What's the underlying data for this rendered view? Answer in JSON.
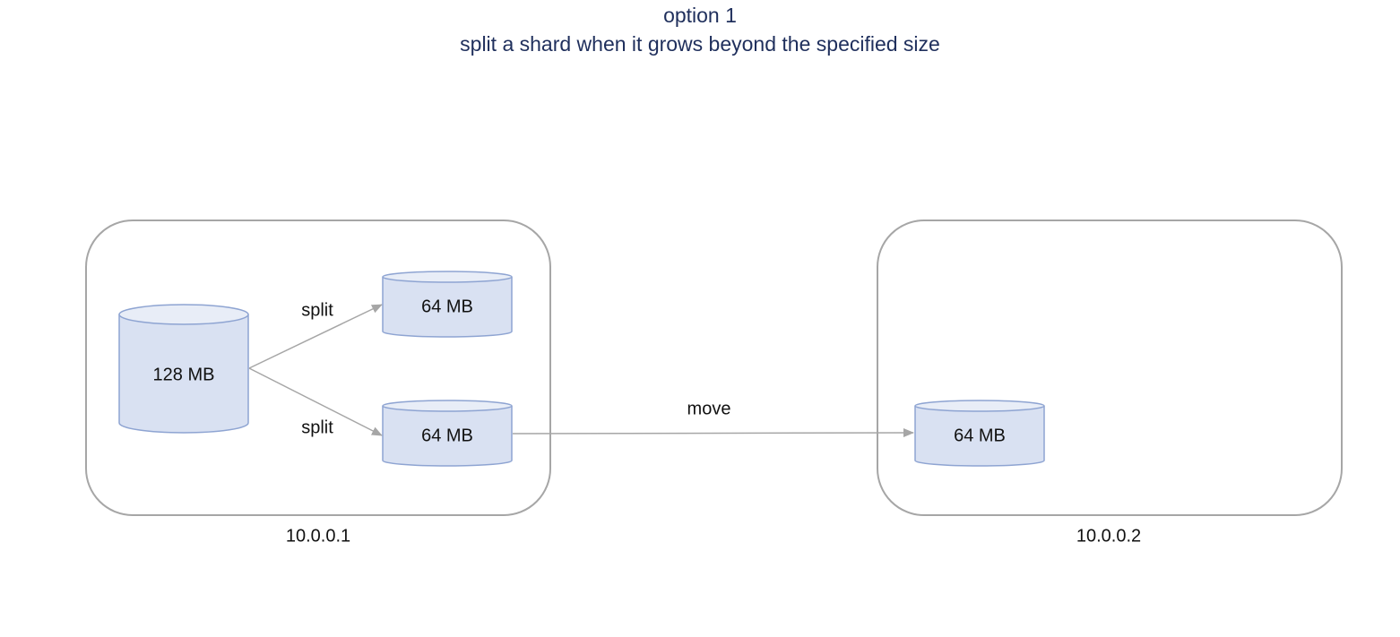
{
  "title": {
    "line1": "option 1",
    "line2": "split a shard when it grows beyond the specified size"
  },
  "nodes": [
    {
      "label": "10.0.0.1"
    },
    {
      "label": "10.0.0.2"
    }
  ],
  "shards": {
    "original": "128 MB",
    "split_top": "64 MB",
    "split_bottom": "64 MB",
    "moved": "64 MB"
  },
  "edges": {
    "split_top": "split",
    "split_bottom": "split",
    "move": "move"
  },
  "colors": {
    "title": "#1f2f5c",
    "cylinder_fill": "#d9e1f2",
    "cylinder_top": "#e8edf7",
    "cylinder_stroke": "#8ea4d2",
    "node_stroke": "#a6a6a6",
    "arrow": "#a6a6a6"
  }
}
